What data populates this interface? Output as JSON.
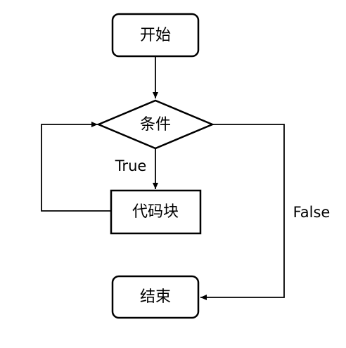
{
  "flowchart": {
    "nodes": {
      "start": {
        "label": "开始",
        "shape": "rounded-rect"
      },
      "condition": {
        "label": "条件",
        "shape": "diamond"
      },
      "code_block": {
        "label": "代码块",
        "shape": "rect"
      },
      "end": {
        "label": "结束",
        "shape": "rounded-rect"
      }
    },
    "edges": {
      "true_label": "True",
      "false_label": "False"
    },
    "connections": [
      {
        "from": "开始",
        "to": "条件"
      },
      {
        "from": "条件",
        "to": "代码块",
        "label": "True"
      },
      {
        "from": "代码块",
        "to": "条件"
      },
      {
        "from": "条件",
        "to": "结束",
        "label": "False"
      }
    ],
    "colors": {
      "stroke": "#000000",
      "fill": "#ffffff"
    }
  }
}
